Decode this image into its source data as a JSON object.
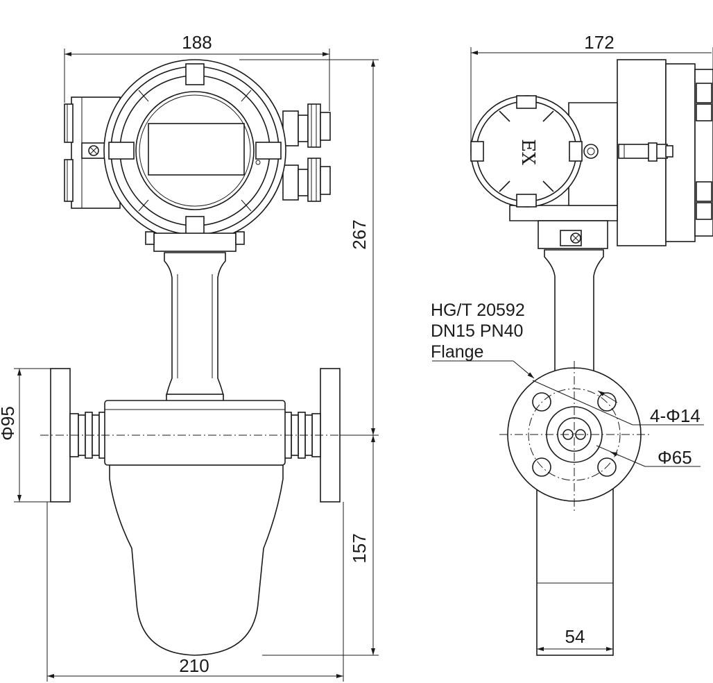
{
  "dimensions": {
    "front_width": "188",
    "side_width": "172",
    "total_height": "267",
    "lower_height": "157",
    "flange_diameter": "Φ95",
    "flange_span": "210",
    "bolt_holes": "4-Φ14",
    "bolt_circle": "Φ65",
    "body_width": "54"
  },
  "flange_note": {
    "line1": "HG/T 20592",
    "line2": "DN15 PN40",
    "line3": "Flange"
  },
  "marking": {
    "ex_label": "EX"
  },
  "colors": {
    "line": "#1a1a1a",
    "background": "#ffffff"
  }
}
